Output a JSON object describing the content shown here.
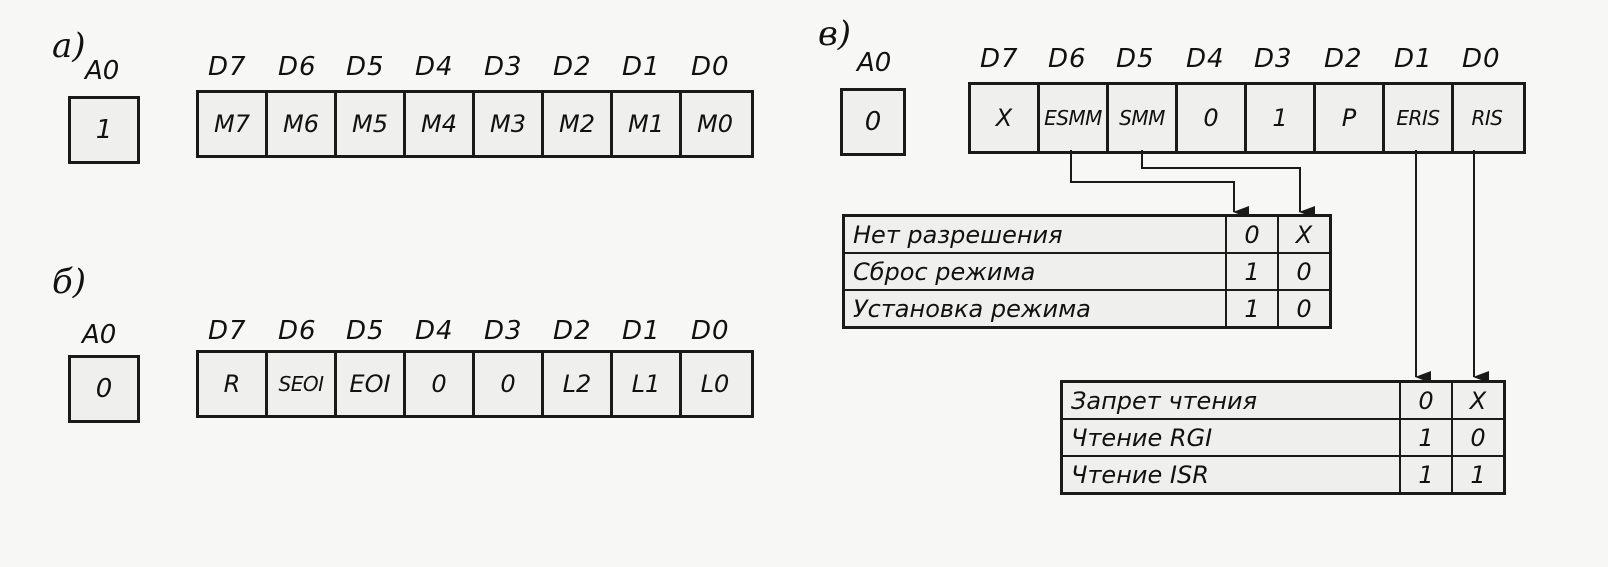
{
  "panel_a": {
    "label": "а)",
    "a0_label": "A0",
    "a0_value": "1",
    "bit_labels": [
      "D7",
      "D6",
      "D5",
      "D4",
      "D3",
      "D2",
      "D1",
      "D0"
    ],
    "bits": [
      "M7",
      "M6",
      "M5",
      "M4",
      "M3",
      "M2",
      "M1",
      "M0"
    ]
  },
  "panel_b": {
    "label": "б)",
    "a0_label": "A0",
    "a0_value": "0",
    "bit_labels": [
      "D7",
      "D6",
      "D5",
      "D4",
      "D3",
      "D2",
      "D1",
      "D0"
    ],
    "bits": [
      "R",
      "SEOI",
      "EOI",
      "0",
      "0",
      "L2",
      "L1",
      "L0"
    ]
  },
  "panel_c": {
    "label": "в)",
    "a0_label": "A0",
    "a0_value": "0",
    "bit_labels": [
      "D7",
      "D6",
      "D5",
      "D4",
      "D3",
      "D2",
      "D1",
      "D0"
    ],
    "bits": [
      "X",
      "ESMM",
      "SMM",
      "0",
      "1",
      "P",
      "ERIS",
      "RIS"
    ],
    "table_mode": [
      {
        "text": "Нет разрешения",
        "v1": "0",
        "v2": "X"
      },
      {
        "text": "Сброс режима",
        "v1": "1",
        "v2": "0"
      },
      {
        "text": "Установка режима",
        "v1": "1",
        "v2": "0"
      }
    ],
    "table_read": [
      {
        "text": "Запрет чтения",
        "v1": "0",
        "v2": "X"
      },
      {
        "text": "Чтение RGI",
        "v1": "1",
        "v2": "0"
      },
      {
        "text": "Чтение ISR",
        "v1": "1",
        "v2": "1"
      }
    ]
  }
}
